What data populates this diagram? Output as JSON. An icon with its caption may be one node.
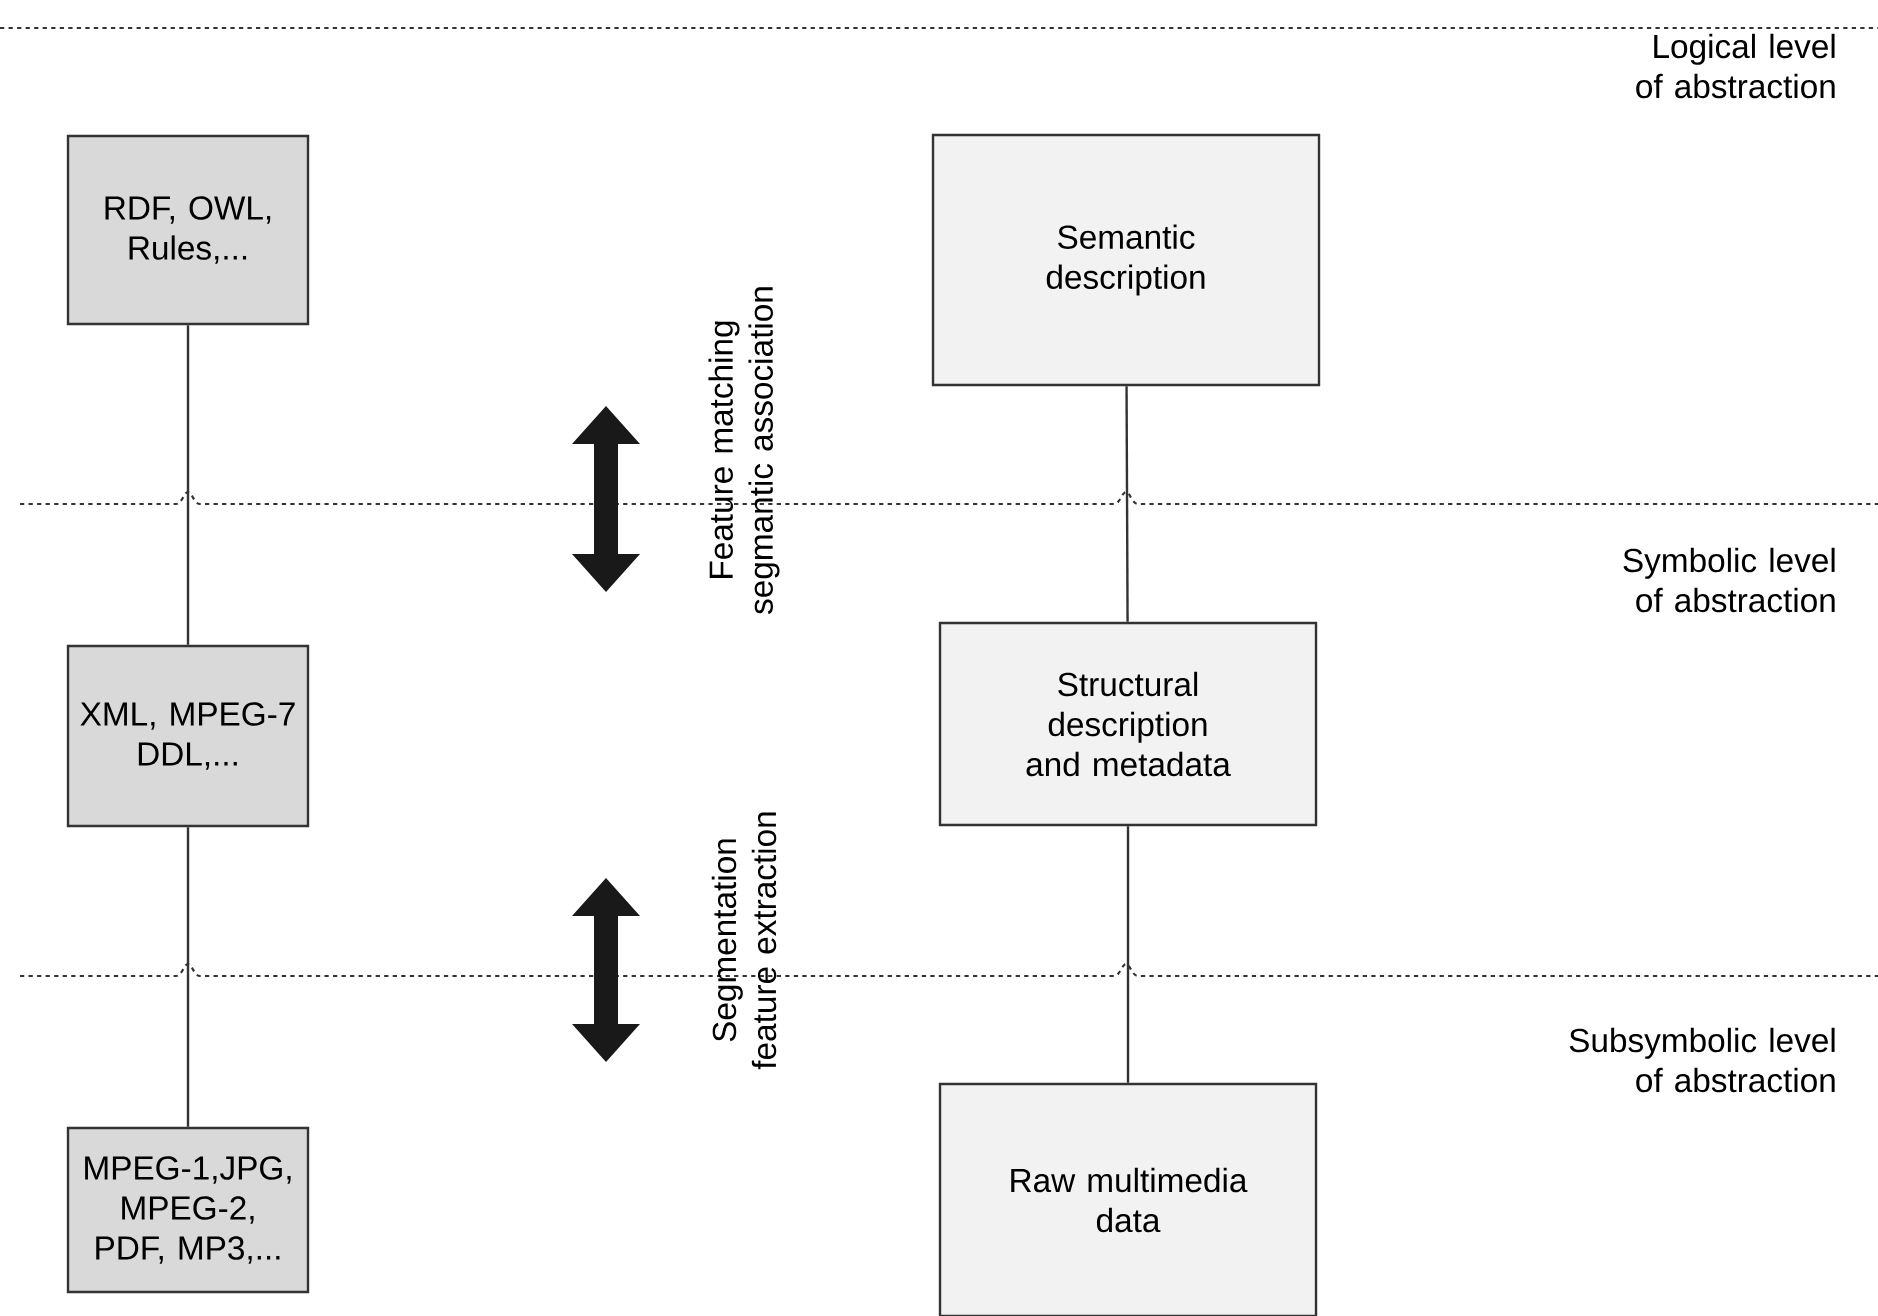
{
  "diagram": {
    "nodes": [
      {
        "text": [
          "RDF, OWL, Rules,..."
        ]
      },
      {
        "text": [
          "XML, MPEG-7 DDL,..."
        ]
      },
      {
        "text": [
          "MPEG-1,JPG, MPEG-2, PDF, MP3,..."
        ]
      },
      {
        "text": [
          "Semantic description"
        ]
      },
      {
        "text": [
          "Structural description and metadata"
        ]
      },
      {
        "text": [
          "Raw multimedia data"
        ]
      }
    ],
    "edges": [
      {
        "from": 0,
        "to": 1,
        "arrow": "none"
      },
      {
        "from": 1,
        "to": 2,
        "arrow": "none"
      },
      {
        "from": 3,
        "to": 4,
        "arrow": "none"
      },
      {
        "from": 4,
        "to": 5,
        "arrow": "none"
      }
    ],
    "labels": [
      "Logical level of abstraction",
      "Feature matching segmantic association",
      "Symbolic level of abstraction",
      "Segmentation feature extraction",
      "Subsymbolic level of abstraction"
    ]
  }
}
